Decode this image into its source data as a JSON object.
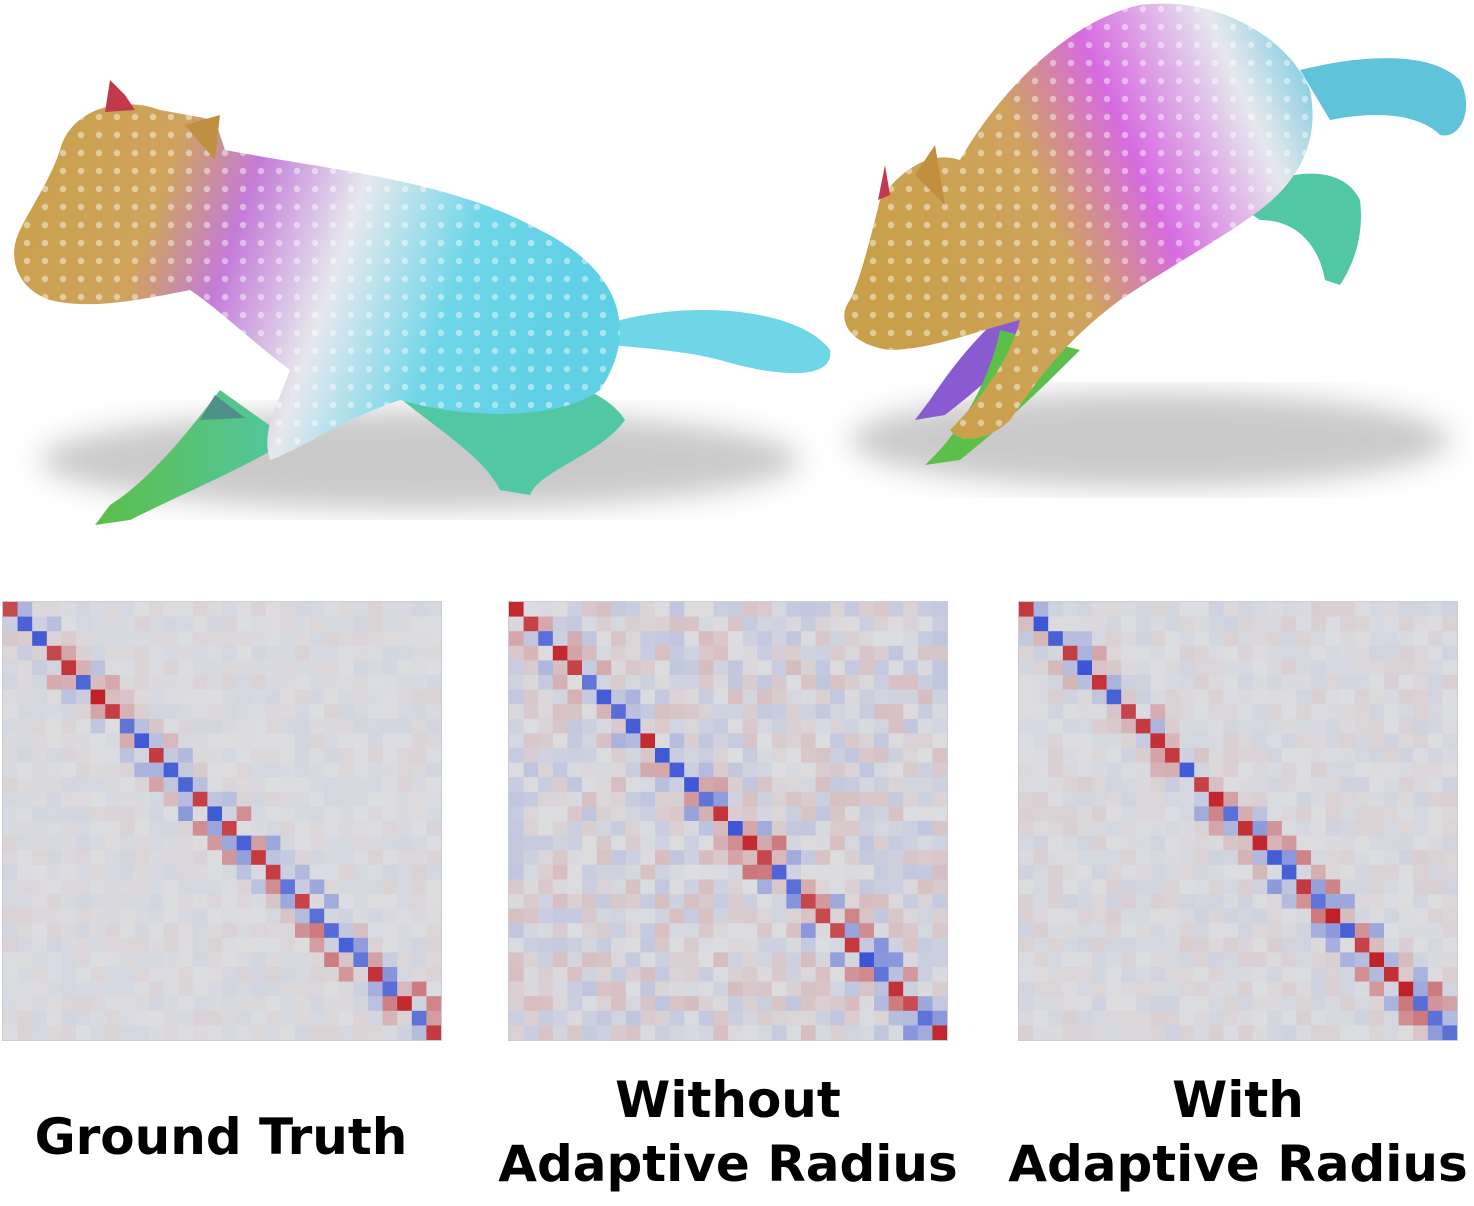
{
  "figure": {
    "top_illustration": {
      "subject": "fox-icon",
      "poses": [
        "crouching",
        "leaping"
      ],
      "color_gradient": [
        "#c9a04a",
        "#d9a55a",
        "#c678d9",
        "#e8eaef",
        "#6fd6e8",
        "#52c7a4",
        "#5cbf4a"
      ]
    },
    "panels": [
      {
        "id": "ground-truth",
        "caption_lines": [
          "Ground Truth"
        ],
        "noise": 0.35,
        "seed": 11
      },
      {
        "id": "without-adaptive",
        "caption_lines": [
          "Without",
          "Adaptive Radius"
        ],
        "noise": 1.0,
        "seed": 29
      },
      {
        "id": "with-adaptive",
        "caption_lines": [
          "With",
          "Adaptive Radius"
        ],
        "noise": 0.45,
        "seed": 47
      }
    ],
    "matrix_size": 30,
    "colormap": {
      "negative": "#3b55d6",
      "neutral": "#dcdde0",
      "positive": "#c01f25"
    }
  }
}
